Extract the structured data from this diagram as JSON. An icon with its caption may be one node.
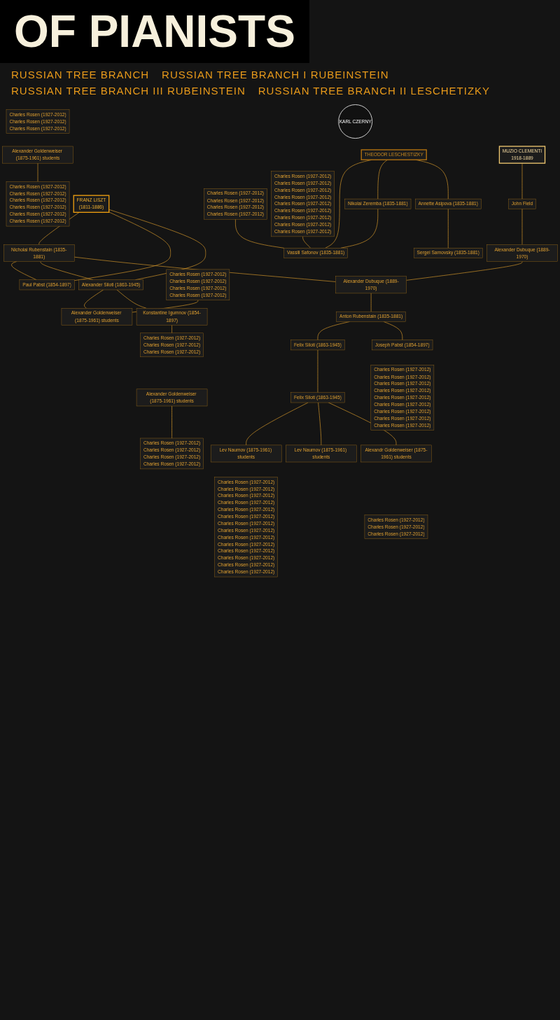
{
  "diagram": {
    "title": "OF PIANISTS",
    "nodes": [
      {
        "text": [
          "FRANZ LISZT",
          "(1811-1886)"
        ]
      },
      {
        "text": [
          "THEODOR LESCHESTIZKY"
        ]
      },
      {
        "text": [
          "KARL CZERNY"
        ]
      },
      {
        "text": [
          "MUZIO CLEMENTI",
          "1918-1889"
        ]
      },
      {
        "text": [
          "Nicholai Rubenstain (1835-1881)"
        ]
      },
      {
        "text": [
          "Paul Pabst (1854-1897)"
        ]
      },
      {
        "text": [
          "Alexander Siloti (1863-1945)"
        ]
      },
      {
        "text": [
          "Alexander Goldenweiser (1875-1961) students"
        ]
      },
      {
        "text": [
          "Charles Rosen (1927-2012)",
          "Charles Rosen (1927-2012)",
          "Charles Rosen (1927-2012)",
          "Charles Rosen (1927-2012)",
          "Charles Rosen (1927-2012)",
          "Charles Rosen (1927-2012)"
        ]
      },
      {
        "text": [
          "Alexander Goldenweiser (1875-1961) students"
        ]
      },
      {
        "text": [
          "Charles Rosen (1927-2012)",
          "Charles Rosen (1927-2012)",
          "Charles Rosen (1927-2012)"
        ]
      },
      {
        "text": [
          "Konstantine Igumnov (1854-1897)"
        ]
      },
      {
        "text": [
          "Charles Rosen (1927-2012)",
          "Charles Rosen (1927-2012)",
          "Charles Rosen (1927-2012)",
          "Charles Rosen (1927-2012)"
        ]
      },
      {
        "text": [
          "Alexander Goldenweiser (1875-1961) students"
        ]
      },
      {
        "text": [
          "Charles Rosen (1927-2012)",
          "Charles Rosen (1927-2012)",
          "Charles Rosen (1927-2012)"
        ]
      },
      {
        "text": [
          "Charles Rosen (1927-2012)",
          "Charles Rosen (1927-2012)",
          "Charles Rosen (1927-2012)",
          "Charles Rosen (1927-2012)"
        ]
      },
      {
        "text": [
          "Charles Rosen (1927-2012)",
          "Charles Rosen (1927-2012)",
          "Charles Rosen (1927-2012)",
          "Charles Rosen (1927-2012)"
        ]
      },
      {
        "text": [
          "Charles Rosen (1927-2012)",
          "Charles Rosen (1927-2012)",
          "Charles Rosen (1927-2012)",
          "Charles Rosen (1927-2012)",
          "Charles Rosen (1927-2012)",
          "Charles Rosen (1927-2012)",
          "Charles Rosen (1927-2012)",
          "Charles Rosen (1927-2012)",
          "Charles Rosen (1927-2012)"
        ]
      },
      {
        "text": [
          "Vassili Safonov (1835-1881)"
        ]
      },
      {
        "text": [
          "Nikolai Zeremba (1835-1881)"
        ]
      },
      {
        "text": [
          "Annette Asipova (1835-1881)"
        ]
      },
      {
        "text": [
          "Sergei Sarnovsky (1835-1881)"
        ]
      },
      {
        "text": [
          "John Field"
        ]
      },
      {
        "text": [
          "Alexander Dubuque (1889-1970)"
        ]
      },
      {
        "text": [
          "Alexander Dubuque (1889-1970)"
        ]
      },
      {
        "text": [
          "Anton Rubenstain (1835-1881)"
        ]
      },
      {
        "text": [
          "Felix Siloti (1863-1945)"
        ]
      },
      {
        "text": [
          "Joseph Pabst (1854-1897)"
        ]
      },
      {
        "text": [
          "Felix Siloti (1863-1945)"
        ]
      },
      {
        "text": [
          "Charles Rosen (1927-2012)",
          "Charles Rosen (1927-2012)",
          "Charles Rosen (1927-2012)",
          "Charles Rosen (1927-2012)",
          "Charles Rosen (1927-2012)",
          "Charles Rosen (1927-2012)",
          "Charles Rosen (1927-2012)",
          "Charles Rosen (1927-2012)",
          "Charles Rosen (1927-2012)",
          "Charles Rosen (1927-2012)",
          "Charles Rosen (1927-2012)",
          "Charles Rosen (1927-2012)",
          "Charles Rosen (1927-2012)",
          "Charles Rosen (1927-2012)"
        ]
      },
      {
        "text": [
          "Lev Naumov (1875-1961) students"
        ]
      },
      {
        "text": [
          "Lev Naumov (1875-1961) students"
        ]
      },
      {
        "text": [
          "Charles Rosen (1927-2012)",
          "Charles Rosen (1927-2012)",
          "Charles Rosen (1927-2012)",
          "Charles Rosen (1927-2012)",
          "Charles Rosen (1927-2012)",
          "Charles Rosen (1927-2012)",
          "Charles Rosen (1927-2012)",
          "Charles Rosen (1927-2012)",
          "Charles Rosen (1927-2012)"
        ]
      },
      {
        "text": [
          "Alexandr Goldenweiser (1875-1961) students"
        ]
      },
      {
        "text": [
          "Charles Rosen (1927-2012)",
          "Charles Rosen (1927-2012)",
          "Charles Rosen (1927-2012)"
        ]
      }
    ],
    "edges": [
      {
        "from": 0,
        "to": 4,
        "arrow": "none"
      },
      {
        "from": 0,
        "to": 5,
        "arrow": "none"
      },
      {
        "from": 0,
        "to": 6,
        "arrow": "none"
      },
      {
        "from": 4,
        "to": 5,
        "arrow": "none"
      },
      {
        "from": 4,
        "to": 6,
        "arrow": "none"
      },
      {
        "from": 6,
        "to": 7,
        "arrow": "none"
      },
      {
        "from": 6,
        "to": 11,
        "arrow": "none"
      },
      {
        "from": 9,
        "to": 8,
        "arrow": "none"
      },
      {
        "from": 13,
        "to": 12,
        "arrow": "none"
      },
      {
        "from": 11,
        "to": 14,
        "arrow": "none"
      },
      {
        "from": 15,
        "to": 18,
        "arrow": "none"
      },
      {
        "from": 16,
        "to": 7,
        "arrow": "none"
      },
      {
        "from": 17,
        "to": 18,
        "arrow": "none"
      },
      {
        "from": 1,
        "to": 18,
        "arrow": "none"
      },
      {
        "from": 1,
        "to": 19,
        "arrow": "none"
      },
      {
        "from": 1,
        "to": 20,
        "arrow": "none"
      },
      {
        "from": 19,
        "to": 18,
        "arrow": "none"
      },
      {
        "from": 20,
        "to": 21,
        "arrow": "none"
      },
      {
        "from": 3,
        "to": 22,
        "arrow": "none"
      },
      {
        "from": 22,
        "to": 23,
        "arrow": "none"
      },
      {
        "from": 23,
        "to": 24,
        "arrow": "none"
      },
      {
        "from": 4,
        "to": 24,
        "arrow": "none"
      },
      {
        "from": 24,
        "to": 25,
        "arrow": "none"
      },
      {
        "from": 25,
        "to": 26,
        "arrow": "none"
      },
      {
        "from": 25,
        "to": 27,
        "arrow": "none"
      },
      {
        "from": 26,
        "to": 28,
        "arrow": "none"
      },
      {
        "from": 28,
        "to": 30,
        "arrow": "none"
      },
      {
        "from": 28,
        "to": 31,
        "arrow": "none"
      },
      {
        "from": 28,
        "to": 33,
        "arrow": "none"
      }
    ],
    "labels": [
      "RUSSIAN TREE BRANCH",
      "RUSSIAN TREE BRANCH I RUBEINSTEIN",
      "RUSSIAN TREE BRANCH III RUBEINSTEIN",
      "RUSSIAN TREE BRANCH II LESCHETIZKY"
    ]
  }
}
